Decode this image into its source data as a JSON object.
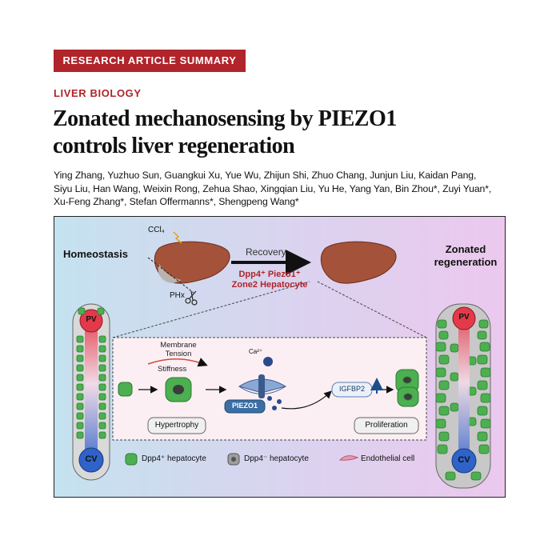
{
  "header": {
    "banner": "RESEARCH ARTICLE SUMMARY",
    "section": "LIVER BIOLOGY",
    "title_line1": "Zonated mechanosensing by PIEZO1",
    "title_line2": "controls liver regeneration"
  },
  "authors": {
    "line1": "Ying Zhang, Yuzhuo Sun, Guangkui Xu, Yue Wu, Zhijun Shi, Zhuo Chang, Junjun Liu, Kaidan Pang,",
    "line2": "Siyu Liu, Han Wang, Weixin Rong, Zehua Shao, Xingqian Liu, Yu He, Yang Yan, Bin Zhou*, Zuyi Yuan*,",
    "line3": "Xu-Feng Zhang*, Stefan Offermanns*, Shengpeng Wang*"
  },
  "figure": {
    "homeostasis": "Homeostasis",
    "zonated_line1": "Zonated",
    "zonated_line2": "regeneration",
    "ccl4": "CCl₄",
    "phx": "PHx",
    "recovery": "Recovery",
    "dpp4_piezo1": "Dpp4⁺ Piezo1⁺",
    "zone2": "Zone2 Hepatocyte",
    "pv": "PV",
    "cv": "CV",
    "membrane": "Membrane",
    "tension": "Tension",
    "stiffness": "Stiffness",
    "calcium": "Ca²⁺",
    "piezo1": "PIEZO1",
    "igfbp2": "IGFBP2",
    "hypertrophy": "Hypertrophy",
    "proliferation": "Proliferation",
    "legend_dpp4_pos": "Dpp4⁺ hepatocyte",
    "legend_dpp4_neg": "Dpp4⁻ hepatocyte",
    "legend_endothelial": "Endothelial cell"
  },
  "colors": {
    "accent_red": "#b0242a",
    "hepatocyte_green": "#4caf50",
    "liver_brown": "#a5523a",
    "bg_left": "#c7e3ee",
    "bg_right": "#ebc9ee"
  }
}
